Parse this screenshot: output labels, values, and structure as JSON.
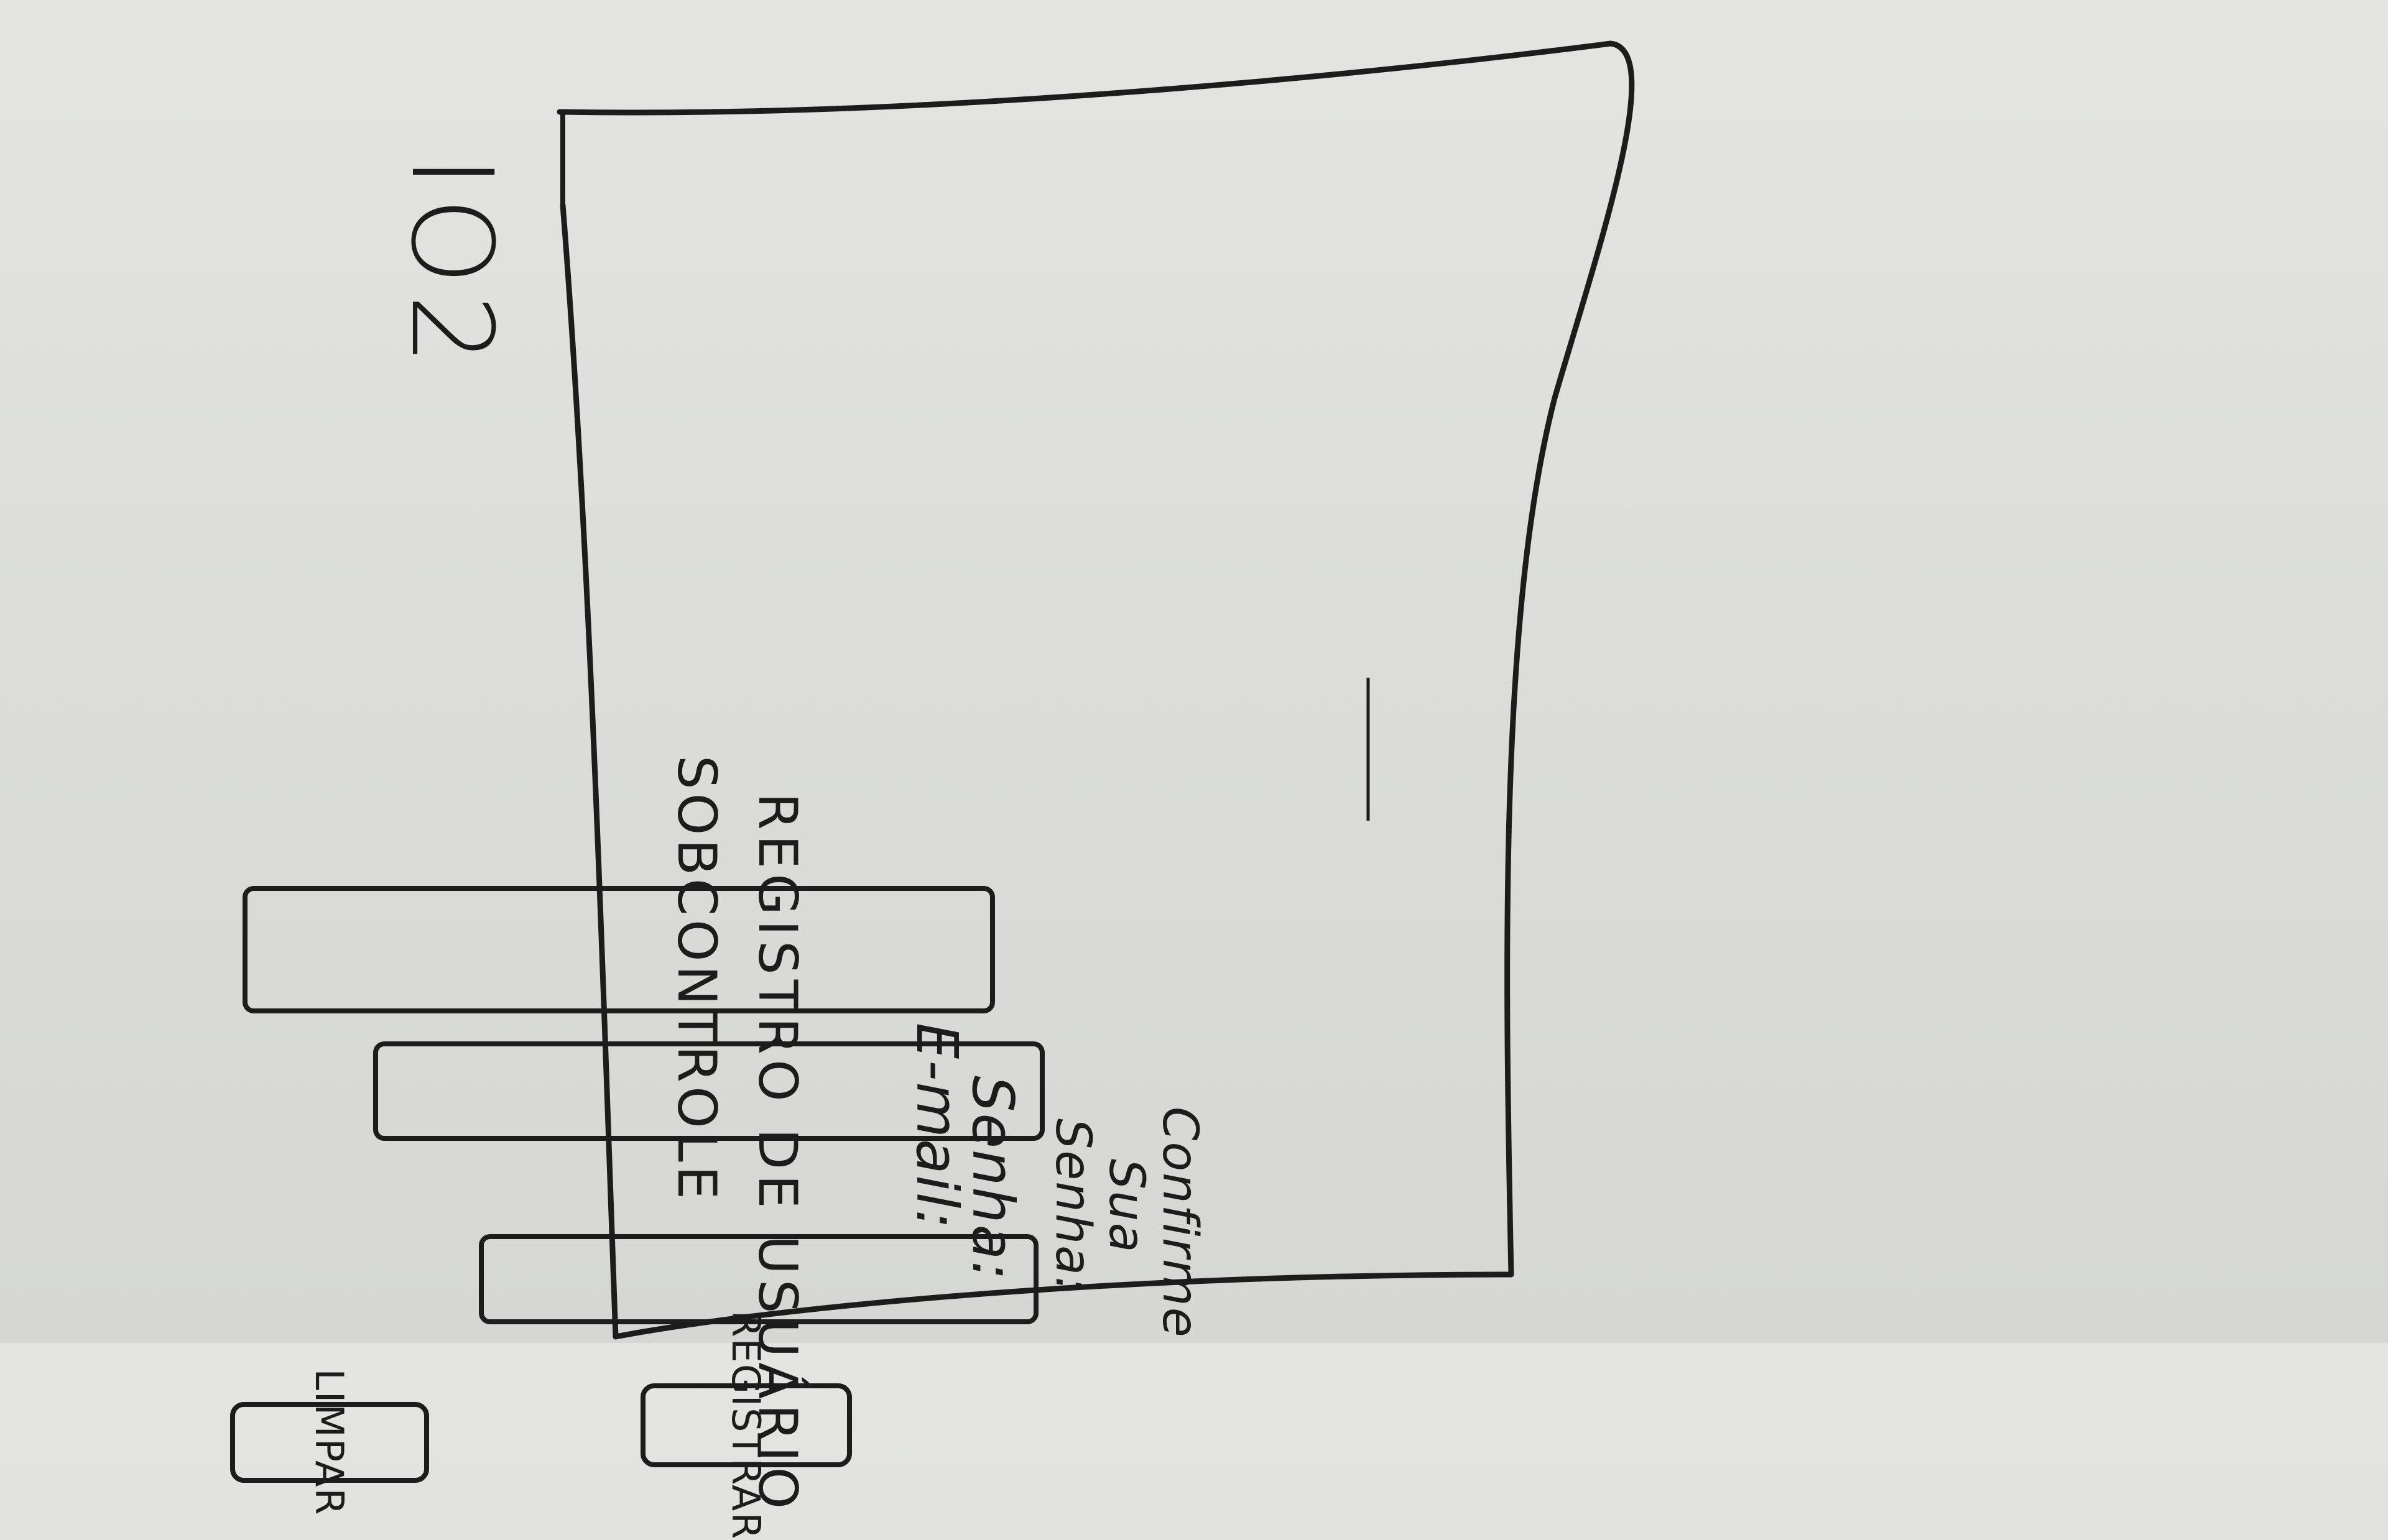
{
  "screen_id": "IO2",
  "app_title": "SOBCONTROLE",
  "form_title": "REGISTRO DE USUÁRIO",
  "fields": {
    "email_label": "E-mail:",
    "senha_label": "Senha:",
    "confirm_label": "Confirme Sua Senha:"
  },
  "buttons": {
    "registrar_label": "REGISTRAR",
    "limpar_label": "LIMPAR"
  }
}
